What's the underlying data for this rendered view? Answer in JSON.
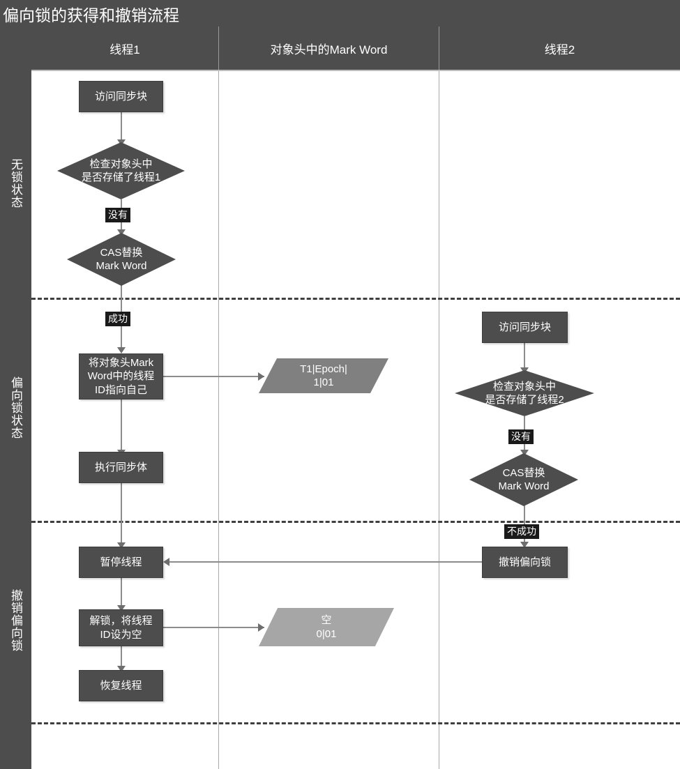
{
  "title": "偏向锁的获得和撤销流程",
  "colors": {
    "title_bar": "#4d4d4d",
    "node_fill": "#4d4d4d",
    "parallelogram_fill": "#808080",
    "parallelogram_fill_light": "#a6a6a6",
    "connector": "#8c8c8c",
    "edge_label_bg": "#1a1a1a",
    "canvas": "#ffffff"
  },
  "columns": [
    {
      "label": "线程1"
    },
    {
      "label": "对象头中的Mark Word"
    },
    {
      "label": "线程2"
    }
  ],
  "lanes": [
    {
      "label": "无锁状态"
    },
    {
      "label": "偏向锁状态"
    },
    {
      "label": "撤销偏向锁"
    }
  ],
  "nodes": {
    "t1_access": "访问同步块",
    "t1_check": "检查对象头中\n是否存储了线程1",
    "t1_cas": "CAS替换\nMark Word",
    "t1_point_self": "将对象头Mark\nWord中的线程\nID指向自己",
    "t1_exec": "执行同步体",
    "t1_suspend": "暂停线程",
    "t1_unlock": "解锁，将线程\nID设为空",
    "t1_resume": "恢复线程",
    "mw_biased": "T1|Epoch|\n1|01",
    "mw_empty": "空\n0|01",
    "t2_access": "访问同步块",
    "t2_check": "检查对象头中\n是否存储了线程2",
    "t2_cas": "CAS替换\nMark Word",
    "t2_revoke": "撤销偏向锁"
  },
  "edge_labels": {
    "t1_no": "没有",
    "t1_success": "成功",
    "t2_no": "没有",
    "t2_fail": "不成功"
  }
}
